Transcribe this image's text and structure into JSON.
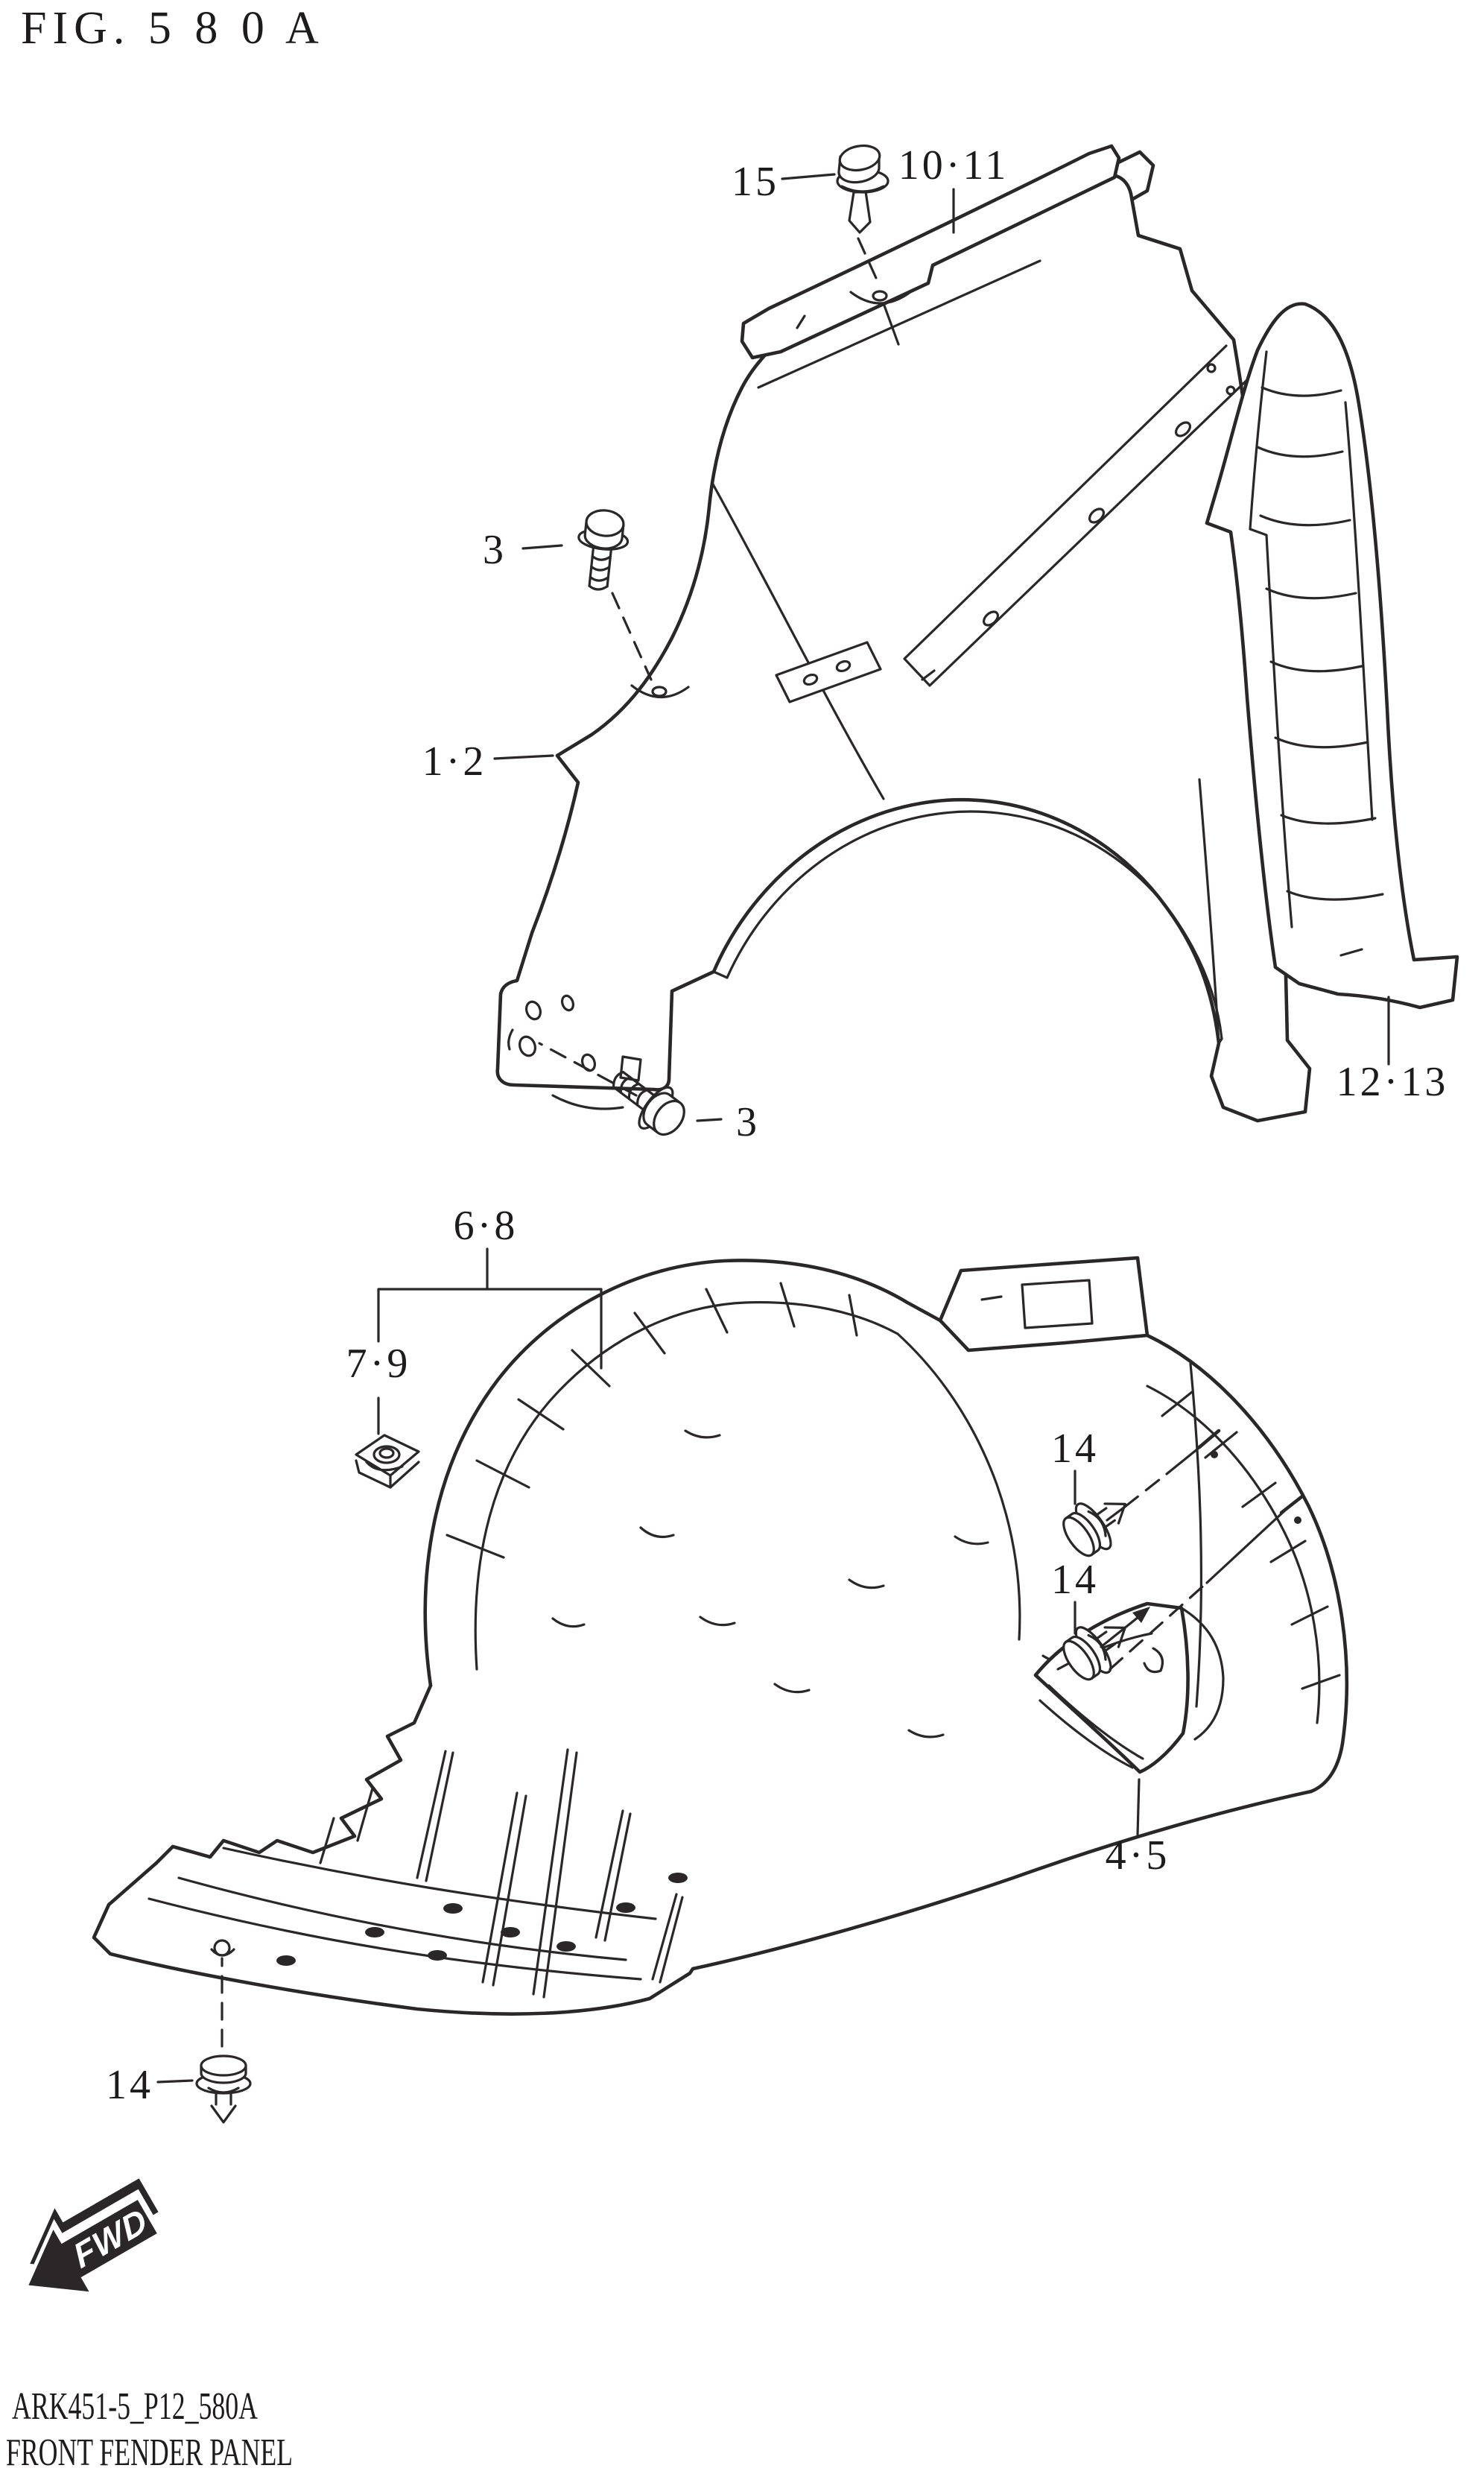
{
  "figure": {
    "title": "FIG. 5 8 0 A",
    "doc_code": "ARK451-5_P12_580A",
    "doc_title": "FRONT FENDER PANEL",
    "fwd_label": "FWD"
  },
  "callouts": {
    "clip_top": "15",
    "molding": "10·11",
    "bolt_upper": "3",
    "fender": "1·2",
    "bolt_lower": "3",
    "garnish": "12·13",
    "liner": "6·8",
    "liner_nut": "7·9",
    "clip_liner_upper": "14",
    "clip_liner_lower": "14",
    "mud_flap": "4·5",
    "clip_undercover": "14"
  },
  "colors": {
    "line": "#2b2728",
    "text": "#1e1b1c",
    "background": "#ffffff"
  }
}
